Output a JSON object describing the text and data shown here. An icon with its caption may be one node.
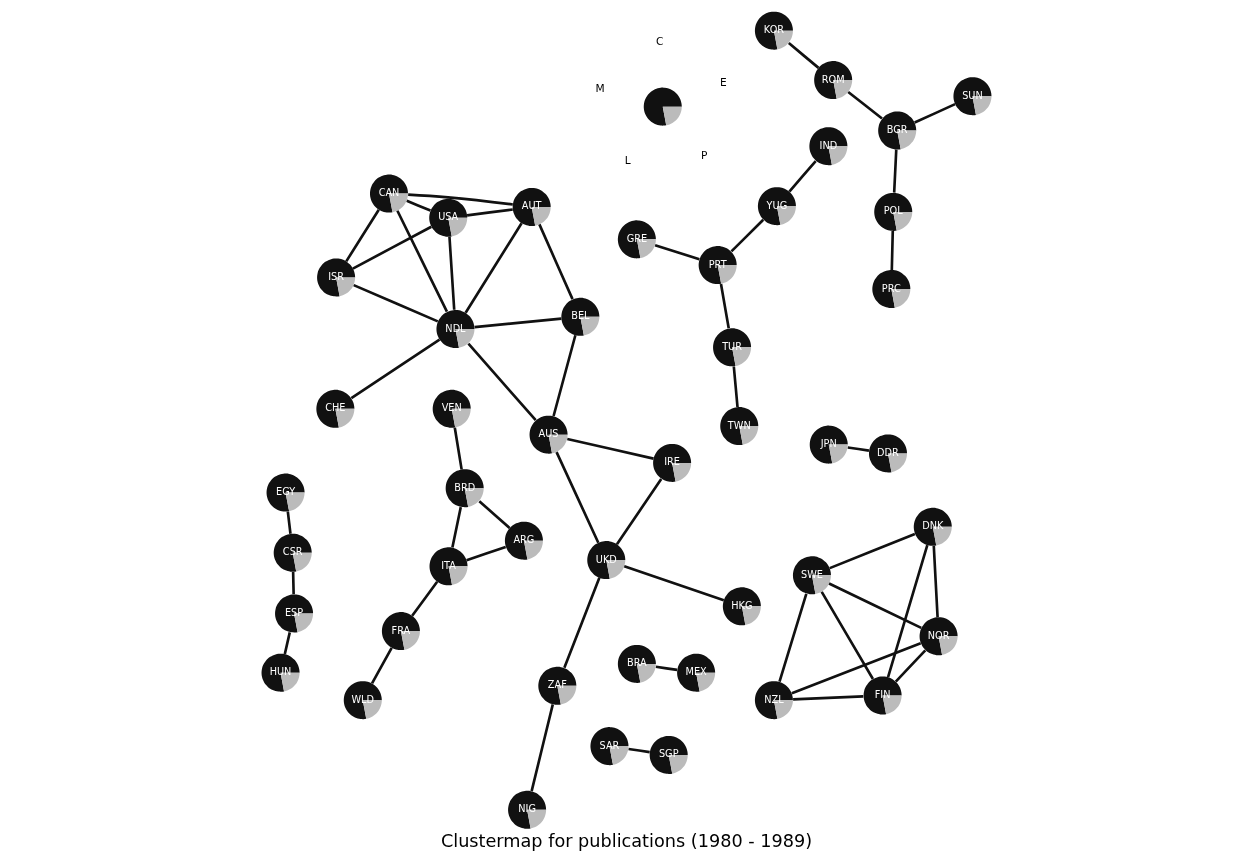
{
  "diagram": {
    "caption": "Clustermap for publications (1980 - 1989)",
    "nodes": [
      {
        "text": [
          "FRA"
        ]
      },
      {
        "text": [
          "WLD"
        ]
      },
      {
        "text": [
          "ARG"
        ]
      },
      {
        "text": [
          "ITA"
        ]
      },
      {
        "text": [
          "BRD"
        ]
      },
      {
        "text": [
          "VEN"
        ]
      },
      {
        "text": [
          "BRA"
        ]
      },
      {
        "text": [
          "MEX"
        ]
      },
      {
        "text": [
          "HUN"
        ]
      },
      {
        "text": [
          "ESP"
        ]
      },
      {
        "text": [
          "CSR"
        ]
      },
      {
        "text": [
          "EGY"
        ]
      },
      {
        "text": [
          "SAR"
        ]
      },
      {
        "text": [
          "SGP"
        ]
      },
      {
        "text": [
          "CAN"
        ]
      },
      {
        "text": [
          "AUT"
        ]
      },
      {
        "text": [
          "ISR"
        ]
      },
      {
        "text": [
          "BEL"
        ]
      },
      {
        "text": [
          "USA"
        ]
      },
      {
        "text": [
          "NDL"
        ]
      },
      {
        "text": [
          "AUS"
        ]
      },
      {
        "text": [
          "IRE"
        ]
      },
      {
        "text": [
          "CHE"
        ]
      },
      {
        "text": [
          "UKD"
        ]
      },
      {
        "text": [
          "ZAF"
        ]
      },
      {
        "text": [
          "NIG"
        ]
      },
      {
        "text": [
          "HKG"
        ]
      },
      {
        "text": [
          "TWN"
        ]
      },
      {
        "text": [
          "TUR"
        ]
      },
      {
        "text": [
          "JPN"
        ]
      },
      {
        "text": [
          "DDR"
        ]
      },
      {
        "text": [
          "PRT"
        ]
      },
      {
        "text": [
          "GRE"
        ]
      },
      {
        "text": [
          "YUG"
        ]
      },
      {
        "text": [
          "IND"
        ]
      },
      {
        "text": [
          "PRC"
        ]
      },
      {
        "text": [
          "POL"
        ]
      },
      {
        "text": [
          "BGR"
        ]
      },
      {
        "text": [
          "ROM"
        ]
      },
      {
        "text": [
          "SUN"
        ]
      },
      {
        "text": [
          "KOR"
        ]
      },
      {
        "text": [
          "NZL"
        ]
      },
      {
        "text": [
          "NOR"
        ]
      },
      {
        "text": [
          "FIN"
        ]
      },
      {
        "text": [
          "DNK"
        ]
      },
      {
        "text": [
          "SWE"
        ]
      },
      {
        "text": [],
        "shape": "circle"
      }
    ],
    "edges": [
      {
        "from": 0,
        "to": 1,
        "arrow": "none"
      },
      {
        "from": 0,
        "to": 3,
        "arrow": "none"
      },
      {
        "from": 2,
        "to": 3,
        "arrow": "none"
      },
      {
        "from": 2,
        "to": 4,
        "arrow": "none"
      },
      {
        "from": 4,
        "to": 3,
        "arrow": "none"
      },
      {
        "from": 4,
        "to": 5,
        "arrow": "none"
      },
      {
        "from": 6,
        "to": 7,
        "arrow": "none"
      },
      {
        "from": 8,
        "to": 9,
        "arrow": "none"
      },
      {
        "from": 9,
        "to": 10,
        "arrow": "none"
      },
      {
        "from": 10,
        "to": 11,
        "arrow": "none"
      },
      {
        "from": 12,
        "to": 13,
        "arrow": "none"
      },
      {
        "from": 14,
        "to": 15,
        "arrow": "none"
      },
      {
        "from": 14,
        "to": 16,
        "arrow": "none"
      },
      {
        "from": 14,
        "to": 18,
        "arrow": "none"
      },
      {
        "from": 14,
        "to": 19,
        "arrow": "none"
      },
      {
        "from": 15,
        "to": 18,
        "arrow": "none"
      },
      {
        "from": 15,
        "to": 19,
        "arrow": "none"
      },
      {
        "from": 15,
        "to": 17,
        "arrow": "none"
      },
      {
        "from": 16,
        "to": 18,
        "arrow": "none"
      },
      {
        "from": 16,
        "to": 19,
        "arrow": "none"
      },
      {
        "from": 18,
        "to": 19,
        "arrow": "none"
      },
      {
        "from": 17,
        "to": 19,
        "arrow": "none"
      },
      {
        "from": 17,
        "to": 20,
        "arrow": "none"
      },
      {
        "from": 19,
        "to": 20,
        "arrow": "none"
      },
      {
        "from": 19,
        "to": 22,
        "arrow": "none"
      },
      {
        "from": 20,
        "to": 21,
        "arrow": "none"
      },
      {
        "from": 20,
        "to": 23,
        "arrow": "none"
      },
      {
        "from": 21,
        "to": 23,
        "arrow": "none"
      },
      {
        "from": 23,
        "to": 24,
        "arrow": "none"
      },
      {
        "from": 24,
        "to": 25,
        "arrow": "none"
      },
      {
        "from": 23,
        "to": 26,
        "arrow": "none"
      },
      {
        "from": 27,
        "to": 28,
        "arrow": "none"
      },
      {
        "from": 28,
        "to": 31,
        "arrow": "none"
      },
      {
        "from": 31,
        "to": 32,
        "arrow": "none"
      },
      {
        "from": 31,
        "to": 33,
        "arrow": "none"
      },
      {
        "from": 29,
        "to": 30,
        "arrow": "none"
      },
      {
        "from": 33,
        "to": 34,
        "arrow": "none"
      },
      {
        "from": 35,
        "to": 36,
        "arrow": "none"
      },
      {
        "from": 36,
        "to": 37,
        "arrow": "none"
      },
      {
        "from": 37,
        "to": 38,
        "arrow": "none"
      },
      {
        "from": 37,
        "to": 39,
        "arrow": "none"
      },
      {
        "from": 38,
        "to": 40,
        "arrow": "none"
      },
      {
        "from": 41,
        "to": 42,
        "arrow": "none"
      },
      {
        "from": 41,
        "to": 43,
        "arrow": "none"
      },
      {
        "from": 41,
        "to": 45,
        "arrow": "none"
      },
      {
        "from": 42,
        "to": 43,
        "arrow": "none"
      },
      {
        "from": 42,
        "to": 45,
        "arrow": "none"
      },
      {
        "from": 42,
        "to": 44,
        "arrow": "none"
      },
      {
        "from": 43,
        "to": 44,
        "arrow": "none"
      },
      {
        "from": 43,
        "to": 45,
        "arrow": "none"
      },
      {
        "from": 45,
        "to": 44,
        "arrow": "none"
      }
    ],
    "labels": [
      "P",
      "L",
      "M",
      "E",
      "C"
    ]
  }
}
